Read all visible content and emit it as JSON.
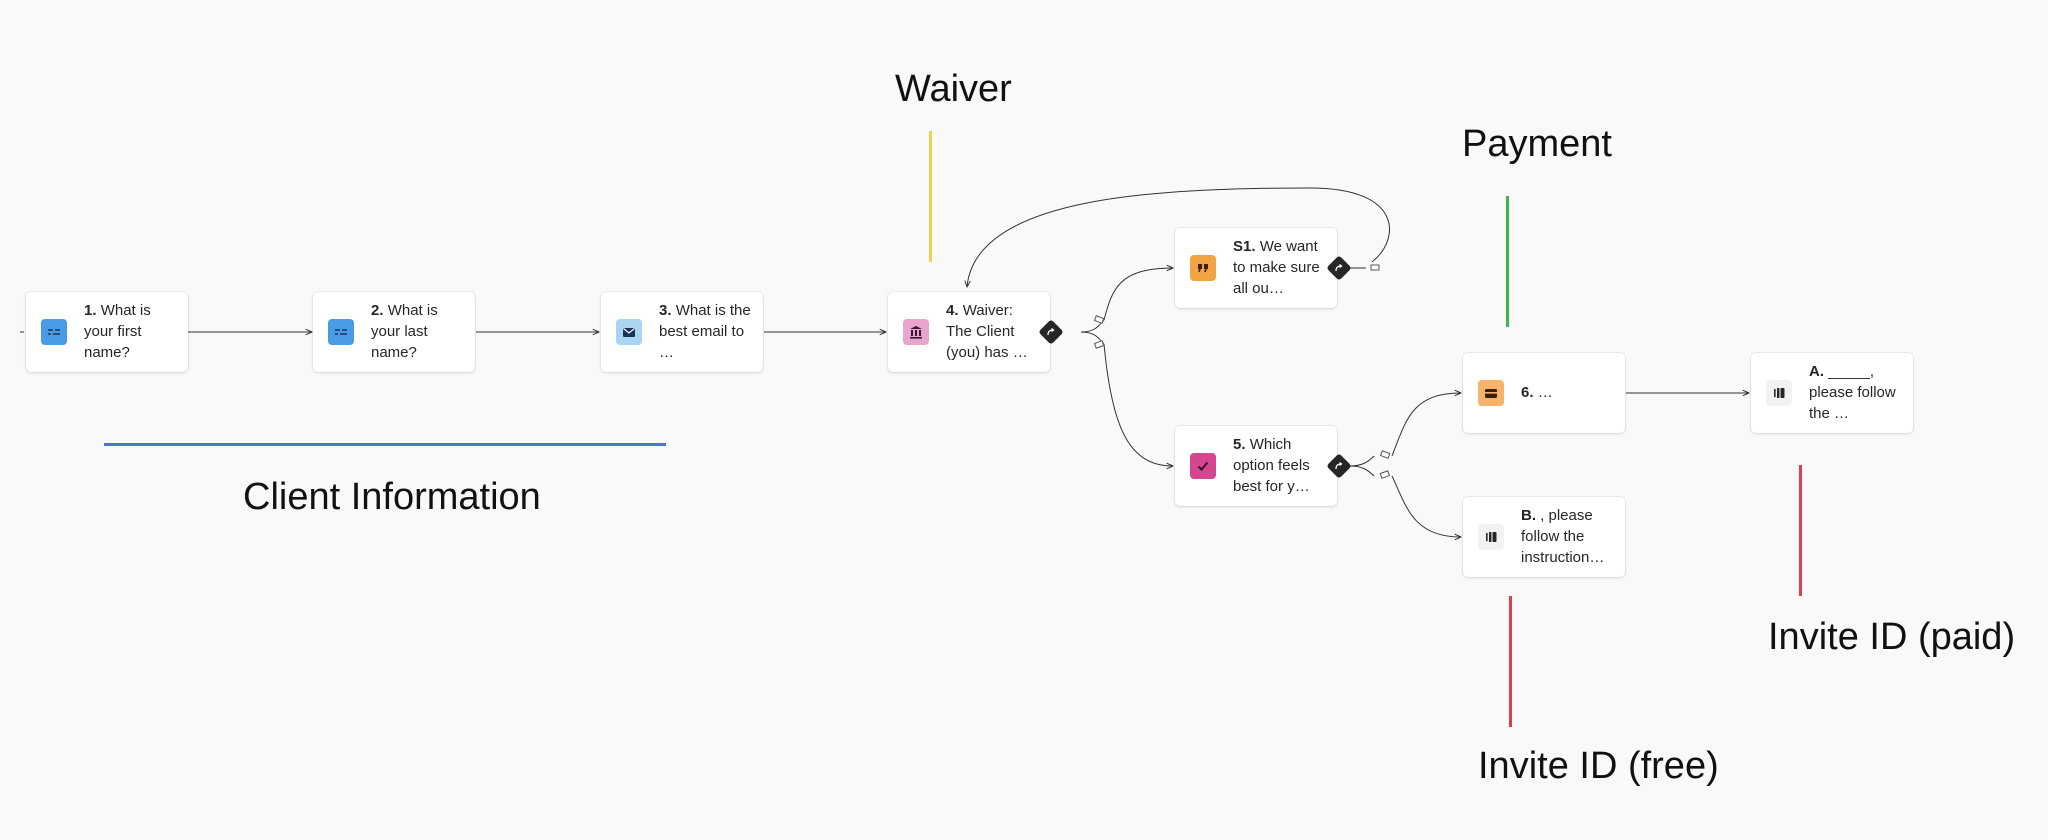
{
  "annotations": {
    "client_information": "Client Information",
    "waiver": "Waiver",
    "payment": "Payment",
    "invite_free": "Invite ID (free)",
    "invite_paid": "Invite ID (paid)"
  },
  "colors": {
    "client_information_bar": "#4a77c4",
    "waiver_bar": "#f2d24a",
    "payment_bar": "#3fb54b",
    "invite_bar": "#d9404a"
  },
  "nodes": [
    {
      "id": "q1",
      "num": "1.",
      "text": "What is your first name?",
      "icon": "short-text-icon",
      "icon_color": "#4a9ae6"
    },
    {
      "id": "q2",
      "num": "2.",
      "text": "What is your last name?",
      "icon": "short-text-icon",
      "icon_color": "#4a9ae6"
    },
    {
      "id": "q3",
      "num": "3.",
      "text": "What is the best email to …",
      "icon": "email-icon",
      "icon_color": "#a9d4f2"
    },
    {
      "id": "q4",
      "num": "4.",
      "text": "Waiver: The Client (you) has …",
      "icon": "legal-icon",
      "icon_color": "#e8a6cf"
    },
    {
      "id": "s1",
      "num": "S1.",
      "text": "We want to make sure all ou…",
      "icon": "quote-icon",
      "icon_color": "#f2a444"
    },
    {
      "id": "q5",
      "num": "5.",
      "text": "Which option feels best for y…",
      "icon": "checkbox-icon",
      "icon_color": "#d4478e"
    },
    {
      "id": "q6",
      "num": "6.",
      "text": "…",
      "icon": "payment-icon",
      "icon_color": "#f5b36b"
    },
    {
      "id": "endA",
      "num": "A.",
      "text": "_____, please follow the …",
      "icon": "ending-icon",
      "icon_color": "#f2f2f2"
    },
    {
      "id": "endB",
      "num": "B.",
      "text": ", please follow the instruction…",
      "icon": "ending-icon",
      "icon_color": "#f2f2f2"
    }
  ]
}
